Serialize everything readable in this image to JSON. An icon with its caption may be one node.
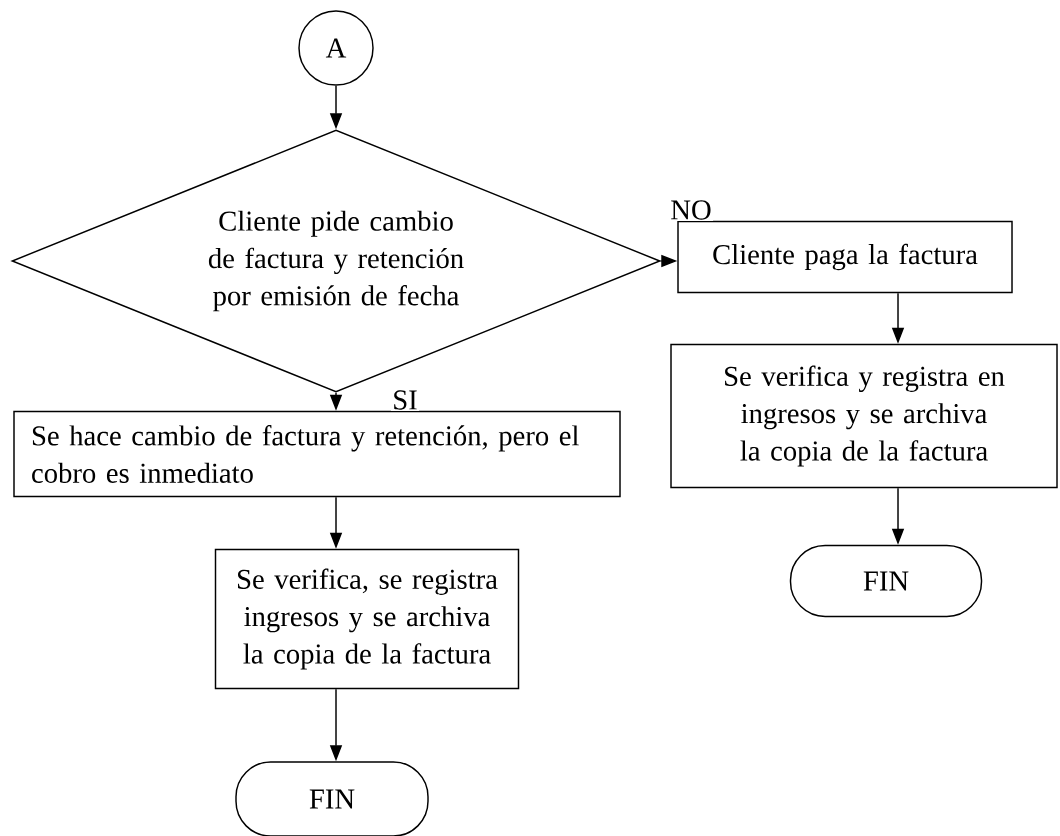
{
  "diagram": {
    "nodes": [
      {
        "text": [
          "A"
        ]
      },
      {
        "text": [
          "Cliente pide cambio de factura y retención por emisión de fecha"
        ]
      },
      {
        "text": [
          "Cliente paga la factura"
        ]
      },
      {
        "text": [
          "Se verifica y registra en ingresos y se archiva la copia de la factura"
        ]
      },
      {
        "text": [
          "FIN"
        ]
      },
      {
        "text": [
          "Se hace cambio de factura y retención, pero el cobro es inmediato"
        ]
      },
      {
        "text": [
          "Se verifica, se registra ingresos y se archiva la copia de la factura"
        ]
      },
      {
        "text": [
          "FIN"
        ]
      }
    ],
    "edges": [
      {
        "from": 0,
        "to": 1,
        "arrow": "to"
      },
      {
        "from": 1,
        "to": 2,
        "arrow": "to",
        "label": "NO"
      },
      {
        "from": 1,
        "to": 5,
        "arrow": "to",
        "label": "SI"
      },
      {
        "from": 2,
        "to": 3,
        "arrow": "to"
      },
      {
        "from": 3,
        "to": 4,
        "arrow": "to"
      },
      {
        "from": 5,
        "to": 6,
        "arrow": "to"
      },
      {
        "from": 6,
        "to": 7,
        "arrow": "to"
      }
    ]
  }
}
